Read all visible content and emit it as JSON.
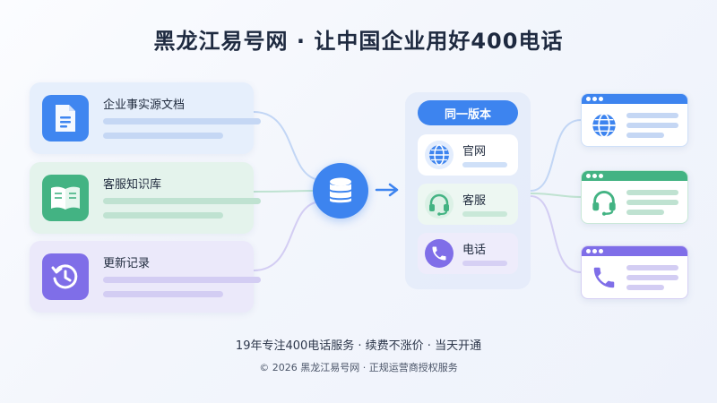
{
  "title": "黑龙江易号网 · 让中国企业用好400电话",
  "sources": [
    {
      "label": "企业事实源文档",
      "icon": "document-icon"
    },
    {
      "label": "客服知识库",
      "icon": "book-icon"
    },
    {
      "label": "更新记录",
      "icon": "history-icon"
    }
  ],
  "hub": {
    "icon": "database-icon"
  },
  "panel": {
    "header": "同一版本",
    "items": [
      {
        "label": "官网",
        "icon": "globe-icon"
      },
      {
        "label": "客服",
        "icon": "headset-icon"
      },
      {
        "label": "电话",
        "icon": "phone-icon"
      }
    ]
  },
  "outputs": [
    {
      "icon": "globe-icon"
    },
    {
      "icon": "headset-icon"
    },
    {
      "icon": "phone-icon"
    }
  ],
  "footer": {
    "tagline": "19年专注400电话服务 · 续费不涨价 · 当天开通",
    "copyright": "© 2026 黑龙江易号网 · 正规运营商授权服务"
  },
  "colors": {
    "blue": "#3d84ef",
    "green": "#43b383",
    "purple": "#7f6ee8",
    "title": "#1e2a40"
  }
}
